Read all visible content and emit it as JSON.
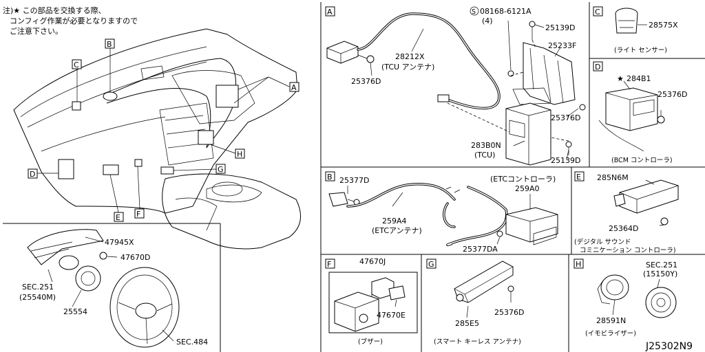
{
  "note": {
    "line1": "注)★ この部品を交換する際、",
    "line2": "コンフィグ作業が必要となりますので",
    "line3": "ご注意下さい。"
  },
  "callouts": {
    "A": "A",
    "B": "B",
    "C": "C",
    "D": "D",
    "E": "E",
    "F": "F",
    "G": "G",
    "H": "H"
  },
  "overview": {
    "part_47945x": "47945X",
    "part_47670d": "47670D",
    "sec251": "SEC.251",
    "sec251_ref": "(25540M)",
    "part_25554": "25554",
    "sec484": "SEC.484"
  },
  "panel_a": {
    "part_28212x": "28212X",
    "caption_tcu_antenna": "(TCU アンテナ)",
    "part_25376d_left": "25376D",
    "bolt_08168": "08168-6121A",
    "bolt_qty": "(4)",
    "bolt_symbol": "S",
    "part_25139d_top": "25139D",
    "part_25233f": "25233F",
    "part_25376d_right": "25376D",
    "part_283b0n": "283B0N",
    "caption_tcu": "(TCU)",
    "part_25139d_bottom": "25139D"
  },
  "panel_b": {
    "part_25377d": "25377D",
    "caption_etc_controller": "(ETCコントローラ)",
    "part_259a0": "259A0",
    "part_259a4": "259A4",
    "caption_etc_antenna": "(ETCアンテナ)",
    "part_25377da": "25377DA"
  },
  "panel_c": {
    "part_28575x": "28575X",
    "caption": "(ライト センサー)"
  },
  "panel_d": {
    "star": "★",
    "part_284b1": "284B1",
    "part_25376d": "25376D",
    "caption": "(BCM コントローラ)"
  },
  "panel_e": {
    "part_285n6m": "285N6M",
    "part_25364d": "25364D",
    "caption_line1": "(デジタル サウンド",
    "caption_line2": "コミニケーション コントローラ)"
  },
  "panel_f": {
    "part_47670j": "47670J",
    "part_47670e": "47670E",
    "caption": "(ブザー)"
  },
  "panel_g": {
    "part_285e5": "285E5",
    "part_25376d": "25376D",
    "caption": "(スマート キーレス アンテナ)"
  },
  "panel_h": {
    "sec251": "SEC.251",
    "sec251_ref": "(15150Y)",
    "part_28591n": "28591N",
    "caption": "(イモビライザー)"
  },
  "drawing_number": "J25302N9"
}
